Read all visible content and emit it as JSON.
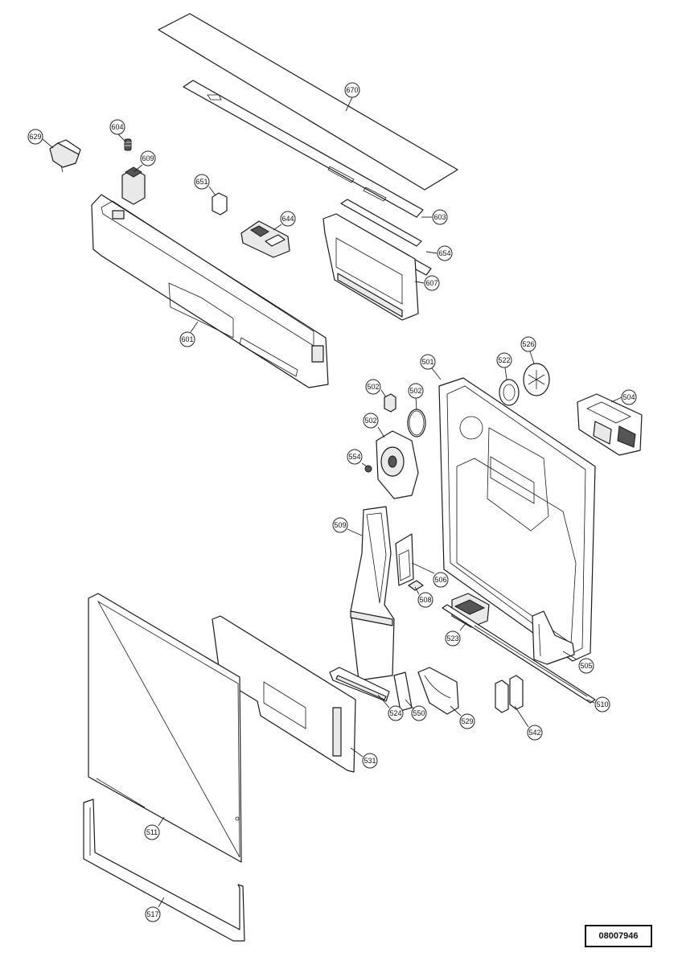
{
  "document_number": "08007946",
  "callouts": [
    {
      "id": "670",
      "label": "670"
    },
    {
      "id": "604",
      "label": "604"
    },
    {
      "id": "629",
      "label": "629"
    },
    {
      "id": "609",
      "label": "609"
    },
    {
      "id": "651",
      "label": "651"
    },
    {
      "id": "644",
      "label": "644"
    },
    {
      "id": "603",
      "label": "603"
    },
    {
      "id": "654",
      "label": "654"
    },
    {
      "id": "607",
      "label": "607"
    },
    {
      "id": "601",
      "label": "601"
    },
    {
      "id": "501",
      "label": "501"
    },
    {
      "id": "522",
      "label": "522"
    },
    {
      "id": "526",
      "label": "526"
    },
    {
      "id": "504",
      "label": "504"
    },
    {
      "id": "502a",
      "label": "502"
    },
    {
      "id": "502b",
      "label": "502"
    },
    {
      "id": "502c",
      "label": "502"
    },
    {
      "id": "554",
      "label": "554"
    },
    {
      "id": "509",
      "label": "509"
    },
    {
      "id": "506",
      "label": "506"
    },
    {
      "id": "508",
      "label": "508"
    },
    {
      "id": "523",
      "label": "523"
    },
    {
      "id": "505",
      "label": "505"
    },
    {
      "id": "510",
      "label": "510"
    },
    {
      "id": "524",
      "label": "524"
    },
    {
      "id": "550",
      "label": "550"
    },
    {
      "id": "529",
      "label": "529"
    },
    {
      "id": "542",
      "label": "542"
    },
    {
      "id": "531",
      "label": "531"
    },
    {
      "id": "511",
      "label": "511"
    },
    {
      "id": "517",
      "label": "517"
    }
  ]
}
